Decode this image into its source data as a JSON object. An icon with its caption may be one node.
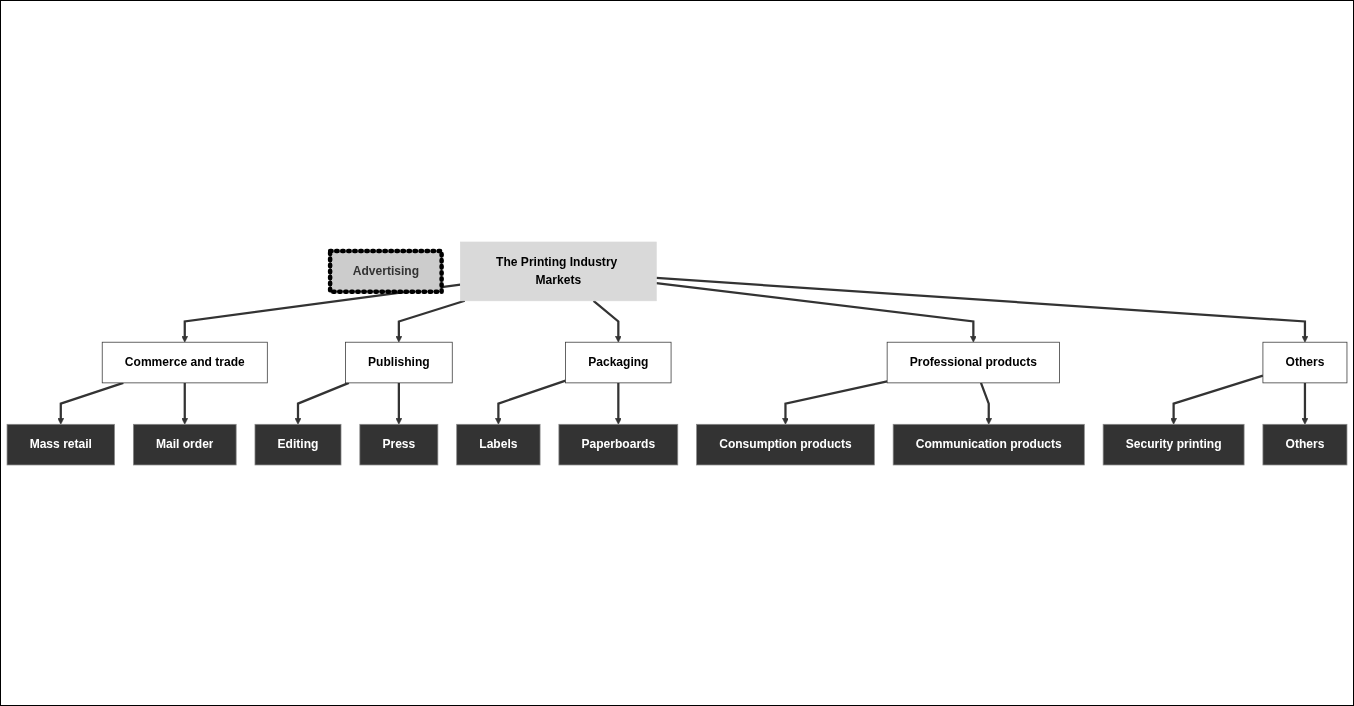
{
  "diagram": {
    "nodes": [
      {
        "text": [
          "The Printing Industry Markets"
        ]
      },
      {
        "text": [
          "Advertising"
        ]
      },
      {
        "text": [
          "Commerce and trade"
        ]
      },
      {
        "text": [
          "Others"
        ]
      },
      {
        "text": [
          "Mass retail"
        ]
      },
      {
        "text": [
          "Mail order"
        ]
      },
      {
        "text": [
          "Security printing"
        ]
      },
      {
        "text": [
          "Others"
        ]
      },
      {
        "text": [
          "Publishing"
        ]
      },
      {
        "text": [
          "Packaging"
        ]
      },
      {
        "text": [
          "Professional products"
        ]
      },
      {
        "text": [
          "Editing"
        ]
      },
      {
        "text": [
          "Press"
        ]
      },
      {
        "text": [
          "Consumption products"
        ]
      },
      {
        "text": [
          "Communication products"
        ]
      },
      {
        "text": [
          "Labels"
        ]
      },
      {
        "text": [
          "Paperboards"
        ]
      }
    ],
    "edges": [
      {
        "from": 0,
        "to": 2,
        "arrow": "to"
      },
      {
        "from": 0,
        "to": 8,
        "arrow": "to"
      },
      {
        "from": 0,
        "to": 9,
        "arrow": "to"
      },
      {
        "from": 0,
        "to": 10,
        "arrow": "to"
      },
      {
        "from": 0,
        "to": 3,
        "arrow": "to"
      },
      {
        "from": 2,
        "to": 4,
        "arrow": "to"
      },
      {
        "from": 2,
        "to": 5,
        "arrow": "to"
      },
      {
        "from": 3,
        "to": 6,
        "arrow": "to"
      },
      {
        "from": 3,
        "to": 7,
        "arrow": "to"
      },
      {
        "from": 8,
        "to": 11,
        "arrow": "to"
      },
      {
        "from": 8,
        "to": 12,
        "arrow": "to"
      },
      {
        "from": 9,
        "to": 15,
        "arrow": "to"
      },
      {
        "from": 9,
        "to": 16,
        "arrow": "to"
      },
      {
        "from": 10,
        "to": 13,
        "arrow": "to"
      },
      {
        "from": 10,
        "to": 14,
        "arrow": "to"
      }
    ]
  }
}
